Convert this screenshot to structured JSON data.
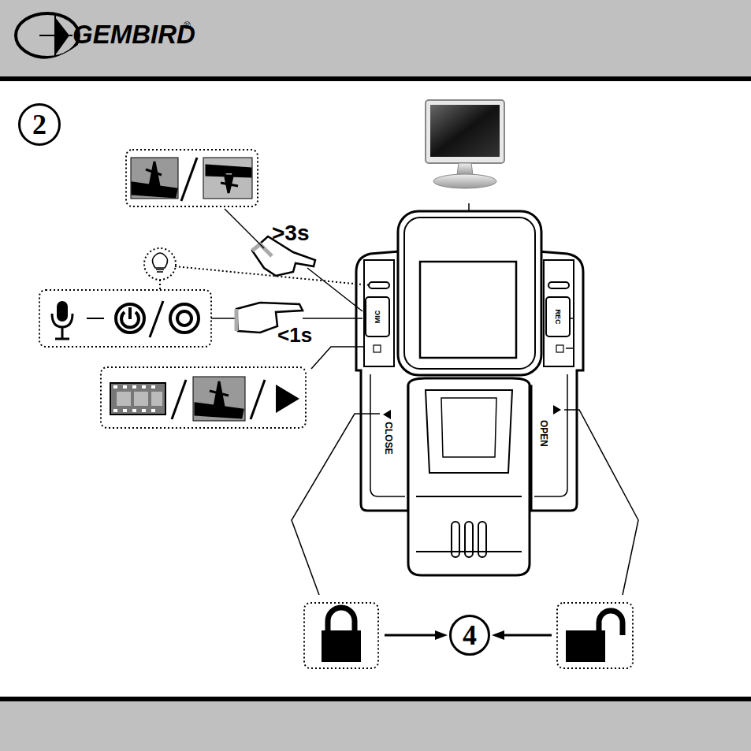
{
  "diagram": {
    "nodes": [
      {
        "text": [
          "2"
        ]
      },
      {
        "text": [
          "MIC"
        ]
      },
      {
        "text": [
          "REC"
        ]
      },
      {
        "text": [
          "4"
        ]
      }
    ],
    "labels": [
      "GEMBIRD",
      "®",
      ">3s",
      "<1s",
      "CLOSE",
      "OPEN"
    ]
  }
}
